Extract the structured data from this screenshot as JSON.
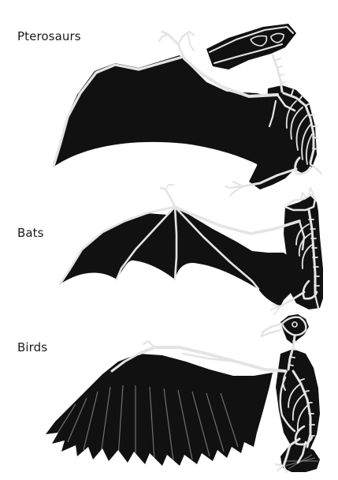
{
  "labels": {
    "pterosaurs": "Pterosaurs",
    "bats": "Bats",
    "birds": "Birds"
  },
  "colors": {
    "background": "#ffffff",
    "silhouette": "#111111",
    "bone": "#e4e4e4",
    "label_text": "#1a1a1a"
  }
}
